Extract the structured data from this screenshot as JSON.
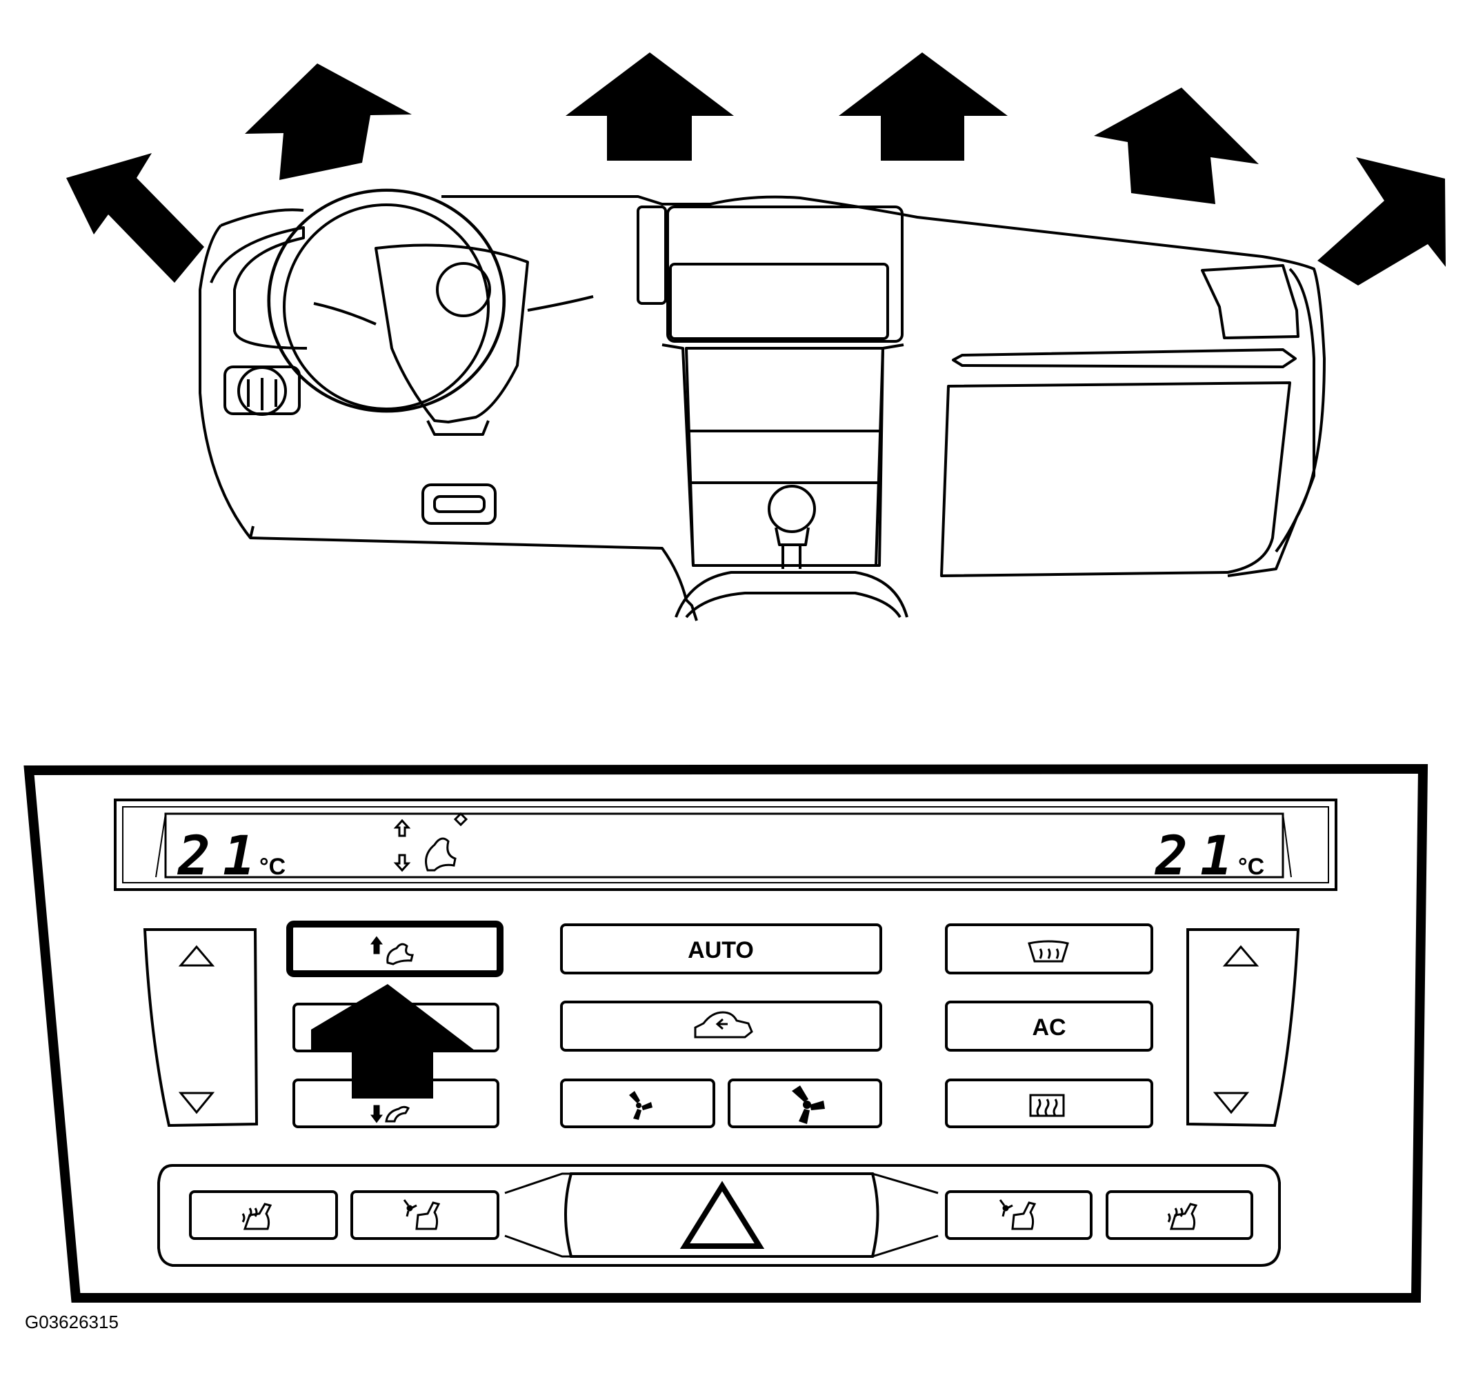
{
  "figure_id": "G03626315",
  "display": {
    "left_temp": "21",
    "right_temp": "21",
    "unit": "°C"
  },
  "buttons": {
    "auto": "AUTO",
    "ac": "AC"
  },
  "icons": {
    "airflow_up": "arrow-up-icon",
    "panel_up_highlighted": "defrost-upward-airflow-icon",
    "recirc": "recirculation-car-icon",
    "fan_low": "fan-low-icon",
    "fan_high": "fan-high-icon",
    "windshield": "windshield-defrost-icon",
    "rear_defrost": "rear-window-defrost-icon",
    "seat_heat": "seat-heater-icon",
    "seat_vent": "seat-ventilation-icon",
    "hazard": "hazard-triangle-icon",
    "temp_up": "triangle-up-icon",
    "temp_down": "triangle-down-icon"
  },
  "colors": {
    "line": "#000000",
    "background": "#ffffff"
  }
}
